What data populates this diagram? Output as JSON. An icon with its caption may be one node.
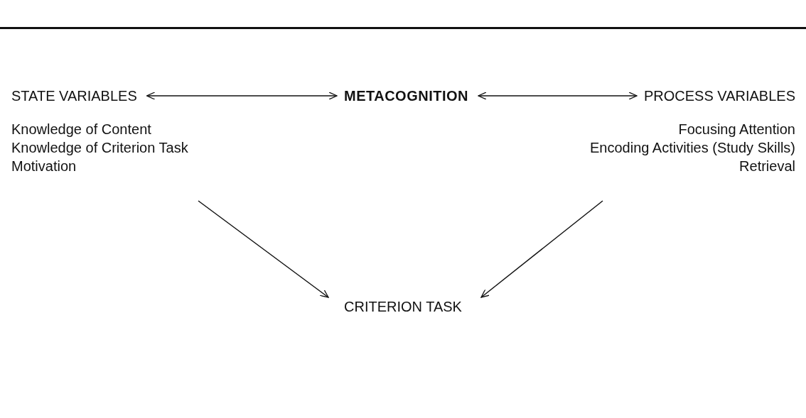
{
  "diagram": {
    "nodes": [
      {
        "text": [
          "STATE VARIABLES"
        ]
      },
      {
        "text": [
          "METACOGNITION"
        ]
      },
      {
        "text": [
          "PROCESS VARIABLES"
        ]
      },
      {
        "text": [
          "Knowledge of Content",
          "Knowledge of Criterion Task",
          "Motivation"
        ]
      },
      {
        "text": [
          "Focusing Attention",
          "Encoding Activities (Study Skills)",
          "Retrieval"
        ]
      },
      {
        "text": [
          "CRITERION TASK"
        ]
      }
    ],
    "edges": [
      {
        "from": 0,
        "to": 1,
        "arrow": "both"
      },
      {
        "from": 1,
        "to": 2,
        "arrow": "both"
      },
      {
        "from": 3,
        "to": 5,
        "arrow": "to"
      },
      {
        "from": 4,
        "to": 5,
        "arrow": "to"
      }
    ]
  }
}
